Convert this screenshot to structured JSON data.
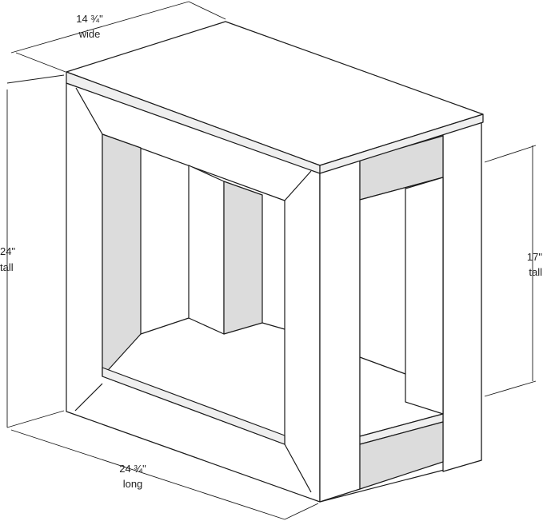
{
  "dimensions": {
    "width": {
      "value": "14 ¾\"",
      "caption": "wide"
    },
    "length": {
      "value": "24 ¾\"",
      "caption": "long"
    },
    "height": {
      "value": "24\"",
      "caption": "tall"
    },
    "inner_height": {
      "value": "17\"",
      "caption": "tall"
    }
  },
  "colors": {
    "line": "#1a1a1a",
    "face_light": "#ffffff",
    "face_shade": "#dcdcdc",
    "face_mid": "#efefef"
  }
}
